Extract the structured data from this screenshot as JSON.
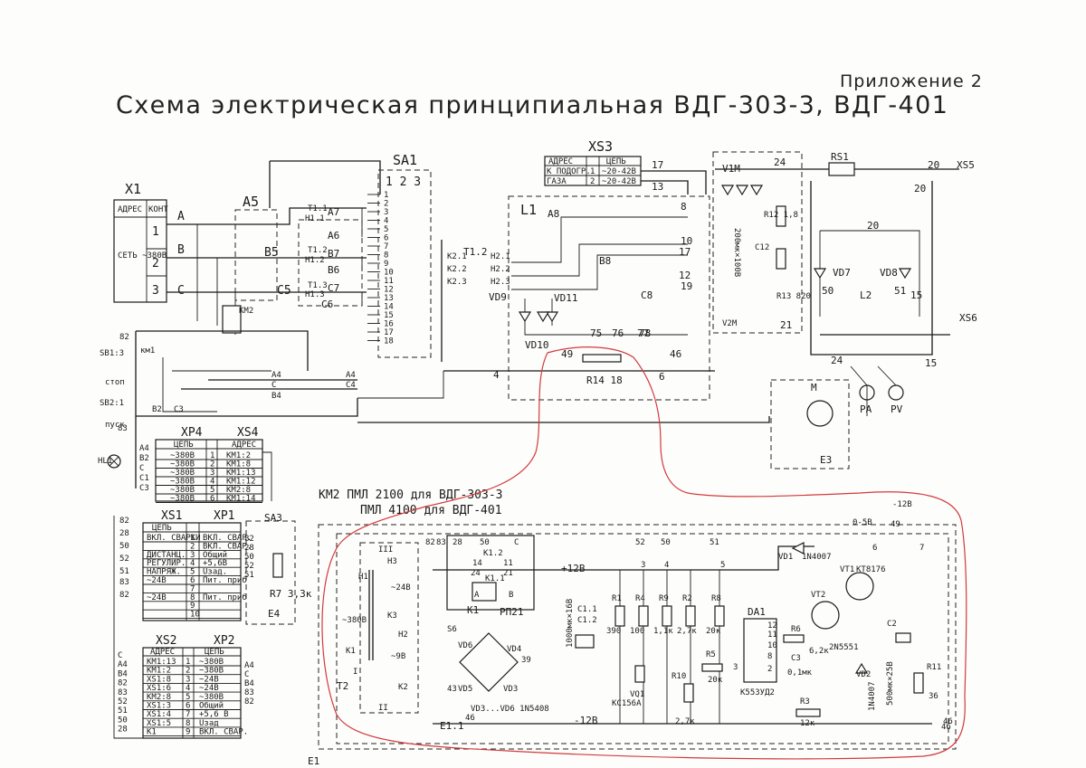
{
  "header": {
    "appendix": "Приложение 2",
    "title": "Схема электрическая принципиальная ВДГ-303-3, ВДГ-401"
  },
  "x1": {
    "name": "X1",
    "col_address": "АДРЕС",
    "col_contact": "КОНТ",
    "network": "СЕТЬ ~380В",
    "pins": [
      "1",
      "2",
      "3"
    ],
    "phases": [
      "A",
      "B",
      "C"
    ]
  },
  "a5": {
    "name": "A5",
    "labels": [
      "B5",
      "C5",
      "A6",
      "B6",
      "C6",
      "A7",
      "B7",
      "C7",
      "T1.1",
      "T1.2",
      "T1.3",
      "H1.1",
      "H1.2",
      "H1.3"
    ]
  },
  "sa1": {
    "name": "SA1",
    "positions": "1 2 3",
    "contacts": [
      "1",
      "2",
      "3",
      "4",
      "5",
      "6",
      "7",
      "8",
      "9",
      "10",
      "11",
      "12",
      "13",
      "14",
      "15",
      "16",
      "17",
      "18"
    ]
  },
  "xs3": {
    "name": "XS3",
    "col_address": "АДРЕС",
    "col_chain": "ЦЕПЬ",
    "rows": [
      {
        "address": "К ПОДОГР.",
        "pin": "1",
        "chain": "~20-42В"
      },
      {
        "address": "ГАЗА",
        "pin": "2",
        "chain": "~20-42В"
      }
    ],
    "wires": [
      "17",
      "13"
    ]
  },
  "l1": {
    "name": "L1",
    "labels": [
      "A8",
      "B8",
      "C8",
      "VD9",
      "VD11",
      "VD10",
      "K2.1",
      "K2.2",
      "K2.3",
      "H2.1",
      "H2.2",
      "H2.3",
      "T1.2"
    ]
  },
  "vd_bridge_out": {
    "labels": [
      "8",
      "10",
      "17",
      "12",
      "19",
      "75",
      "76",
      "77",
      "78",
      "49",
      "46",
      "4",
      "6"
    ]
  },
  "r14": {
    "label": "R14 18"
  },
  "right_block": {
    "v1m": "V1М",
    "rs1": "RS1",
    "xs5": "XS5",
    "xs6": "XS6",
    "r12": "R12 1,8",
    "c12": "C12",
    "c12_val": "200мк×100В",
    "r13": "R13 820",
    "v2m": "V2М",
    "vd7": "VD7",
    "vd8": "VD8",
    "l2": "L2",
    "pa": "PA",
    "pv": "PV",
    "e3": "E3",
    "m": "М",
    "wires": [
      "24",
      "20",
      "20",
      "20",
      "50",
      "51",
      "15",
      "21",
      "24",
      "15",
      "20",
      "8",
      "13"
    ]
  },
  "left_switches": {
    "sb1": "SB1:3",
    "stop": "стоп",
    "sb2": "SB2:1",
    "start": "пуск",
    "hl1": "HL1",
    "km1": "км1",
    "km2": "KM2",
    "wires": [
      "A4",
      "B2",
      "C",
      "C3",
      "82",
      "83",
      "B4",
      "C4"
    ]
  },
  "xp4": {
    "name": "XP4",
    "xs4": "XS4",
    "col_chain": "ЦЕПЬ",
    "col_address": "АДРЕС",
    "left": [
      "A4",
      "B2",
      "C",
      "C1",
      "C3"
    ],
    "rows": [
      {
        "chain": "~380В",
        "pin": "1",
        "addr": "КМ1:2"
      },
      {
        "chain": "~380В",
        "pin": "2",
        "addr": "КМ1:8"
      },
      {
        "chain": "~380В",
        "pin": "3",
        "addr": "КМ1:13"
      },
      {
        "chain": "~380В",
        "pin": "4",
        "addr": "КМ1:12"
      },
      {
        "chain": "~380В",
        "pin": "5",
        "addr": "КМ2:8"
      },
      {
        "chain": "~380В",
        "pin": "6",
        "addr": "КМ1:14"
      }
    ]
  },
  "km2_note": {
    "line1": "КМ2  ПМЛ 2100 для ВДГ-303-3",
    "line2": "ПМЛ 4100 для ВДГ-401"
  },
  "xs1": {
    "name": "XS1",
    "xp1": "XP1",
    "col_chain": "ЦЕПЬ",
    "left": [
      "82",
      "28",
      "50",
      "52",
      "51",
      "83",
      "82"
    ],
    "rows": [
      {
        "chain": "ВКЛ. СВАРКИ",
        "pin": "1",
        "addr": "ВКЛ. СВАР."
      },
      {
        "chain": "",
        "pin": "2",
        "addr": "ВКЛ. СВАР."
      },
      {
        "chain": "ДИСТАНЦ.",
        "pin": "3",
        "addr": "Общий"
      },
      {
        "chain": "РЕГУЛИР.",
        "pin": "4",
        "addr": "+5,6В"
      },
      {
        "chain": "НАПРЯЖ.",
        "pin": "5",
        "addr": "Uзад."
      },
      {
        "chain": "~24В",
        "pin": "6",
        "addr": "Пит. приб"
      },
      {
        "chain": "",
        "pin": "7",
        "addr": ""
      },
      {
        "chain": "~24В",
        "pin": "8",
        "addr": "Пит. приб"
      },
      {
        "chain": "",
        "pin": "9",
        "addr": ""
      },
      {
        "chain": "",
        "pin": "10",
        "addr": ""
      }
    ],
    "sa3": "SA3",
    "r7": "R7 3,3к",
    "e4": "E4",
    "right_wires": [
      "82",
      "28",
      "50",
      "52",
      "51"
    ]
  },
  "xs2": {
    "name": "XS2",
    "xp2": "XP2",
    "col_address": "АДРЕС",
    "col_chain": "ЦЕПЬ",
    "left": [
      "C",
      "A4",
      "B4",
      "82",
      "83",
      "52",
      "51",
      "50",
      "28"
    ],
    "rows": [
      {
        "addr": "КМ1:13",
        "pin": "1",
        "chain": "~380В"
      },
      {
        "addr": "КМ1:2",
        "pin": "2",
        "chain": "~380В"
      },
      {
        "addr": "XS1:8",
        "pin": "3",
        "chain": "~24В"
      },
      {
        "addr": "XS1:6",
        "pin": "4",
        "chain": "~24В"
      },
      {
        "addr": "КМ2:8",
        "pin": "5",
        "chain": "~380В"
      },
      {
        "addr": "XS1:3",
        "pin": "6",
        "chain": "Общий"
      },
      {
        "addr": "XS1:4",
        "pin": "7",
        "chain": "+5,6 В"
      },
      {
        "addr": "XS1:5",
        "pin": "8",
        "chain": "Uзад"
      },
      {
        "addr": "К1",
        "pin": "9",
        "chain": "ВКЛ. СВАР."
      }
    ],
    "right": [
      "A4",
      "C",
      "B4",
      "83",
      "82"
    ]
  },
  "e1": {
    "name": "E1",
    "t2": "T2",
    "t2_labels": [
      "H1",
      "K1",
      "III",
      "I",
      "II",
      "H3",
      "K3",
      "H2",
      "K2",
      "~24В",
      "~380В",
      "~9В"
    ],
    "k1": "K1",
    "rp21": "РП21",
    "k1_contacts": [
      "28",
      "50",
      "C",
      "K1.2",
      "14",
      "11",
      "24",
      "21",
      "K1.1",
      "A",
      "B",
      "82",
      "83"
    ],
    "bridge": [
      "S6",
      "VD6",
      "VD4",
      "VD5",
      "VD3",
      "39",
      "43",
      "46"
    ],
    "bridge_note": "VD3...VD6 1N5408",
    "supply": "+12В",
    "neg": "-12В",
    "e11": "E1.1",
    "c11": "C1.1",
    "c12b": "C1.2",
    "cap_val": "1000мк×16В",
    "r1": "R1",
    "r1v": "390",
    "r4": "R4",
    "r4v": "100",
    "r9": "R9",
    "r9v": "1,1к",
    "r2": "R2",
    "r2v": "2,7к",
    "r8": "R8",
    "r8v": "20к",
    "r5": "R5",
    "r5v": "20к",
    "r10": "R10",
    "r10v": "2,7к",
    "vq1": "VQ1",
    "kc": "КС156А",
    "da1": "DA1",
    "da1_type": "К553УД2",
    "r6": "R6",
    "r6v": "6,2к",
    "c3": "C3",
    "c3v": "0,1мк",
    "r3": "R3",
    "r3v": "12к",
    "vd1": "VD1",
    "vd1t": "1N4007",
    "vt1": "VT1",
    "vt1t": "КТ8176",
    "vt2": "VT2",
    "vt2t": "2N5551",
    "c2": "C2",
    "c2v": "500мк×25В",
    "vd2": "VD2",
    "vd2t": "1N4007",
    "r11": "R11",
    "r11v": "36",
    "pins": [
      "52",
      "50",
      "51",
      "3",
      "4",
      "5",
      "6",
      "7",
      "49",
      "46",
      "-12В",
      "0-5В",
      "12",
      "11",
      "10",
      "8",
      "2",
      "3",
      "46"
    ]
  }
}
